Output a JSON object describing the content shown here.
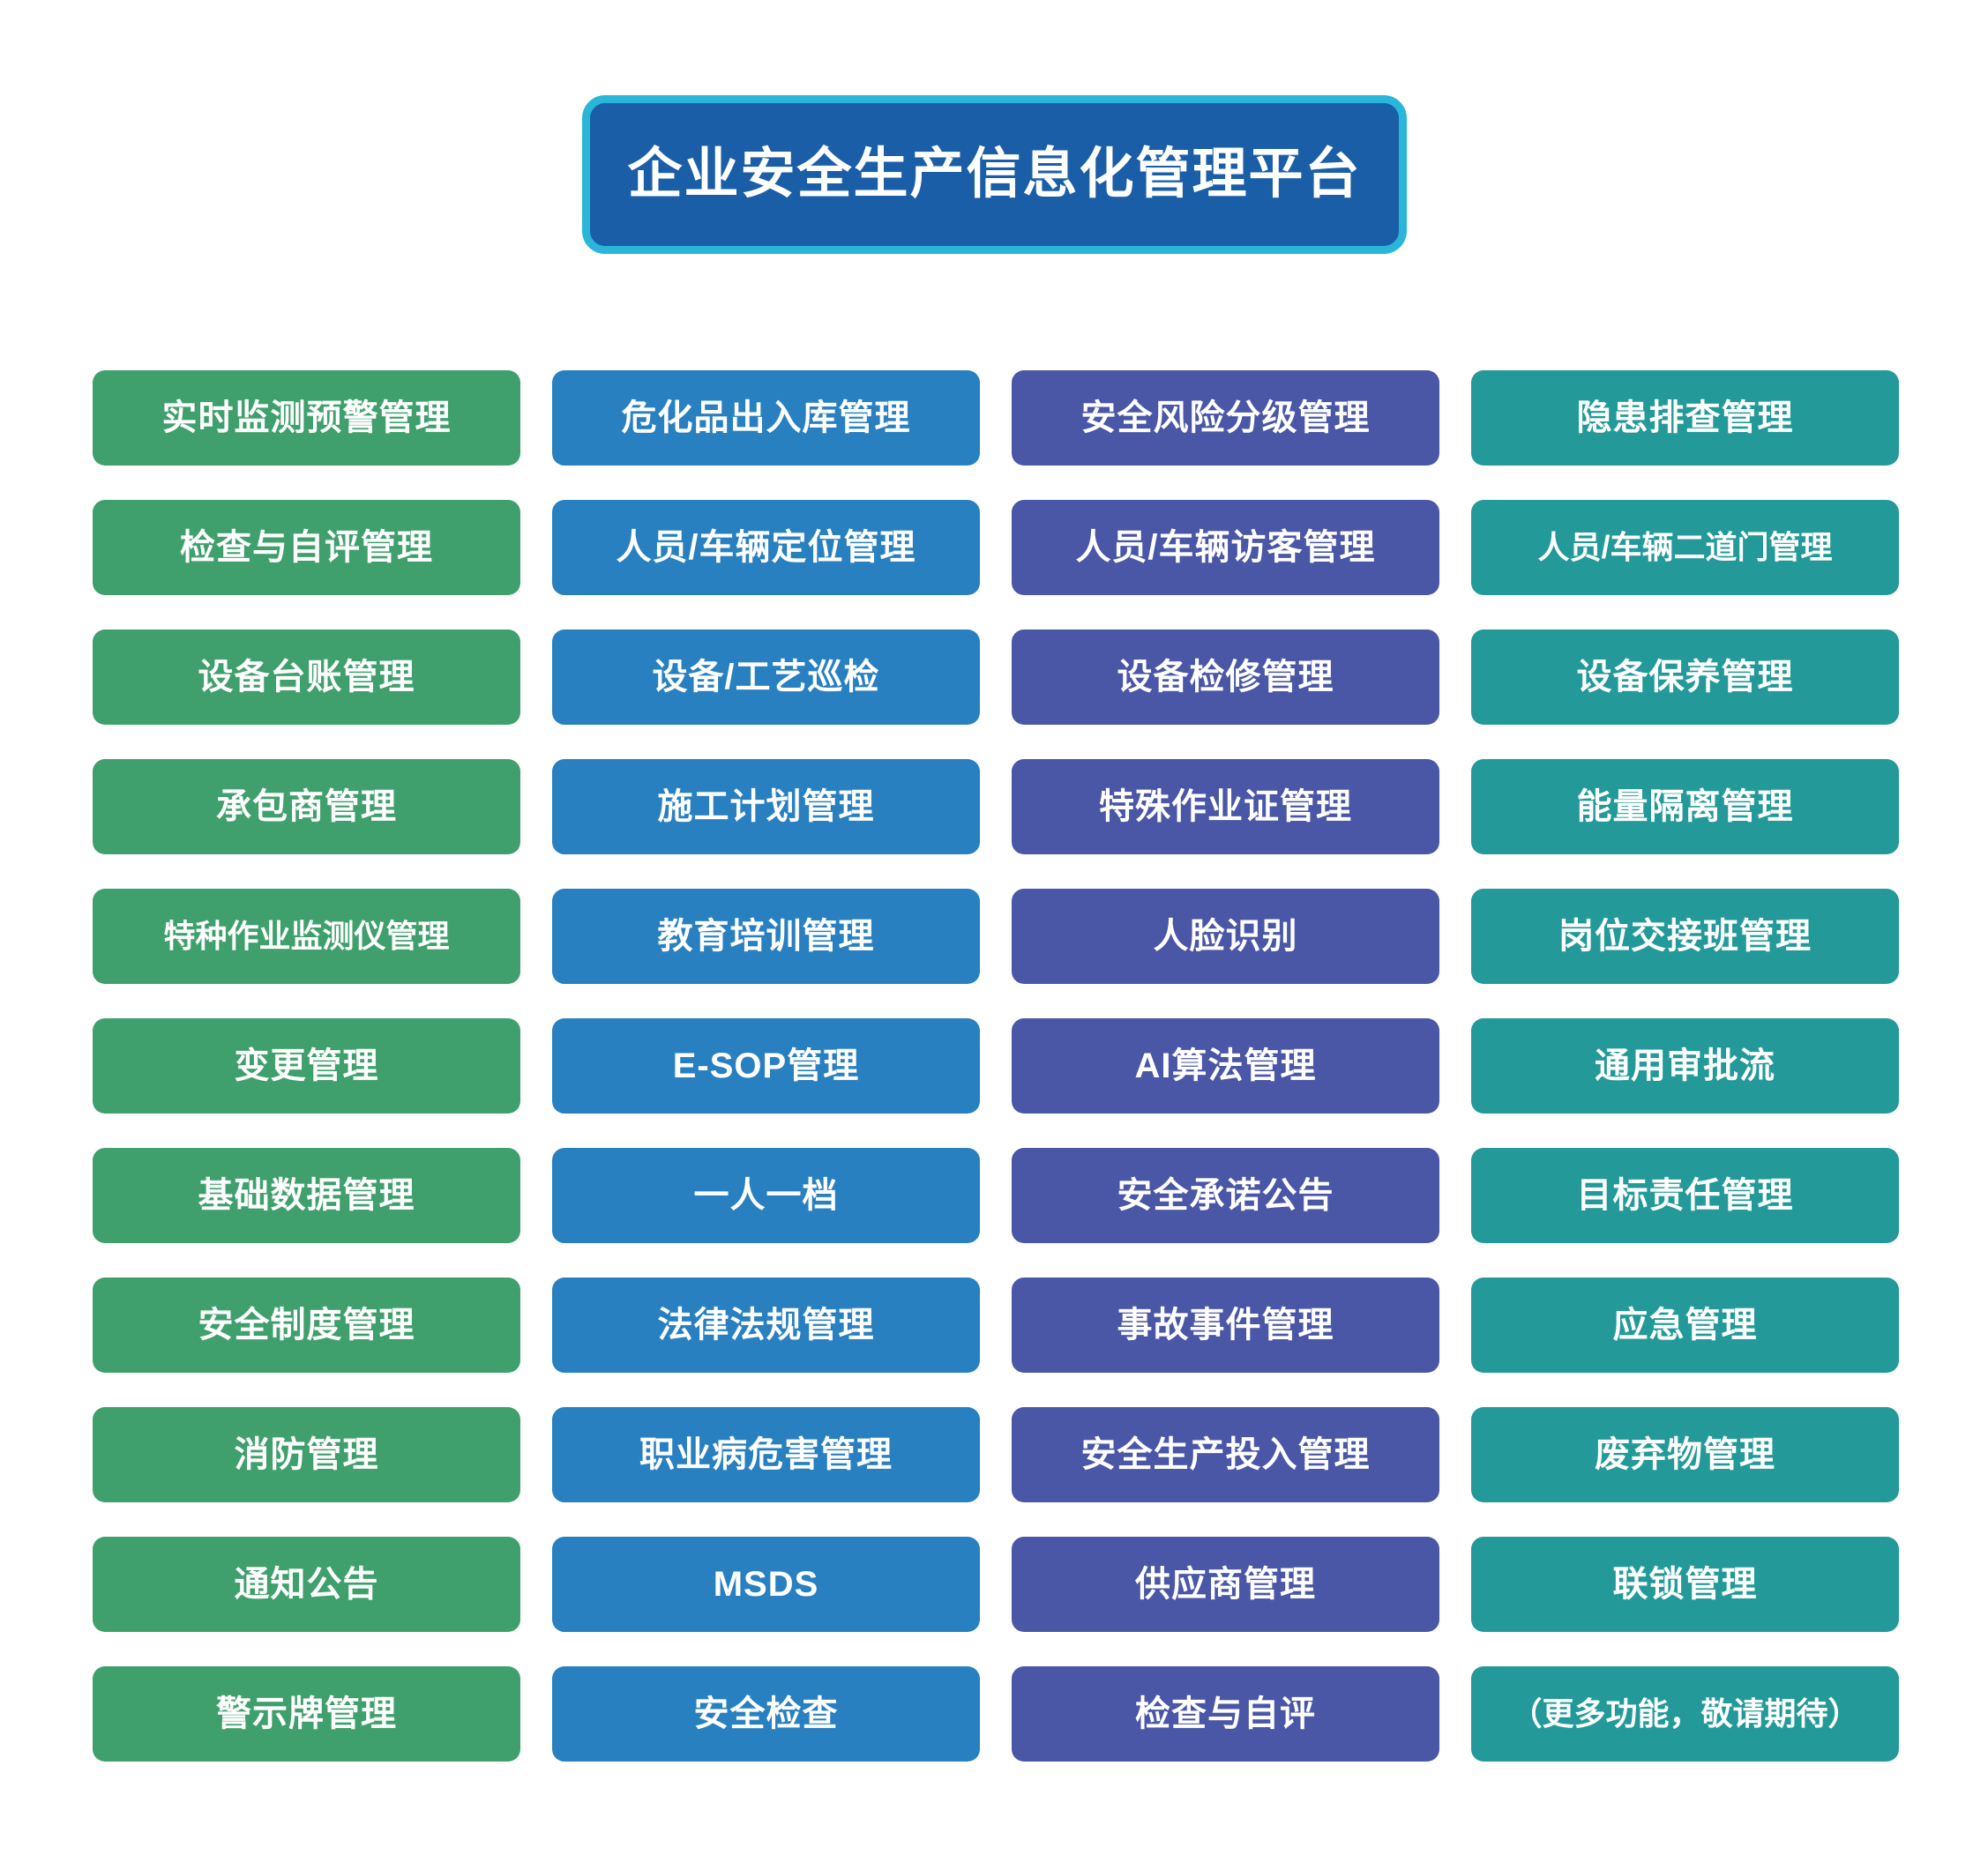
{
  "banner": {
    "title": "企业安全生产信息化管理平台",
    "border_color": "#29b6d8",
    "fill_color": "#1b5ea8",
    "text_color": "#ffffff"
  },
  "grid": {
    "columns": 4,
    "rows": 11,
    "column_colors": [
      "#40a06d",
      "#2980c0",
      "#4a56a6",
      "#239a99"
    ],
    "card_text_color": "#ffffff",
    "cards": [
      "实时监测预警管理",
      "危化品出入库管理",
      "安全风险分级管理",
      "隐患排查管理",
      "检查与自评管理",
      "人员/车辆定位管理",
      "人员/车辆访客管理",
      "人员/车辆二道门管理",
      "设备台账管理",
      "设备/工艺巡检",
      "设备检修管理",
      "设备保养管理",
      "承包商管理",
      "施工计划管理",
      "特殊作业证管理",
      "能量隔离管理",
      "特种作业监测仪管理",
      "教育培训管理",
      "人脸识别",
      "岗位交接班管理",
      "变更管理",
      "E-SOP管理",
      "AI算法管理",
      "通用审批流",
      "基础数据管理",
      "一人一档",
      "安全承诺公告",
      "目标责任管理",
      "安全制度管理",
      "法律法规管理",
      "事故事件管理",
      "应急管理",
      "消防管理",
      "职业病危害管理",
      "安全生产投入管理",
      "废弃物管理",
      "通知公告",
      "MSDS",
      "供应商管理",
      "联锁管理",
      "警示牌管理",
      "安全检查",
      "检查与自评",
      "（更多功能，敬请期待）"
    ]
  }
}
